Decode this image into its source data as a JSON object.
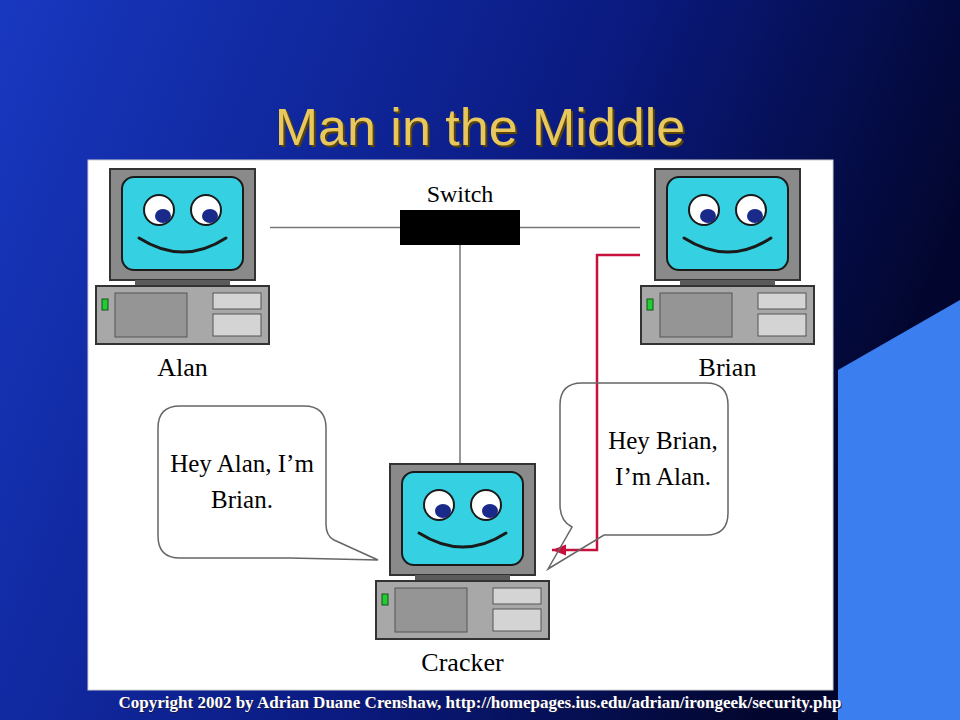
{
  "diagram": {
    "title": "Man in the Middle",
    "nodes": [
      {
        "text": [
          "Alan"
        ]
      },
      {
        "text": [
          "Switch"
        ]
      },
      {
        "text": [
          "Brian"
        ]
      },
      {
        "text": [
          "Hey Alan, I’m Brian."
        ]
      },
      {
        "text": [
          "Hey Brian, I’m Alan."
        ]
      },
      {
        "text": [
          "Cracker"
        ]
      }
    ],
    "edges": [
      {
        "from": 0,
        "to": 1,
        "arrow": "none"
      },
      {
        "from": 1,
        "to": 2,
        "arrow": "none"
      },
      {
        "from": 1,
        "to": 5,
        "arrow": "none"
      },
      {
        "from": 2,
        "to": 5,
        "arrow": "to"
      }
    ],
    "labels": [
      "Copyright 2002 by Adrian Duane Crenshaw, http://homepages.ius.edu/adrian/irongeek/security.php"
    ]
  }
}
